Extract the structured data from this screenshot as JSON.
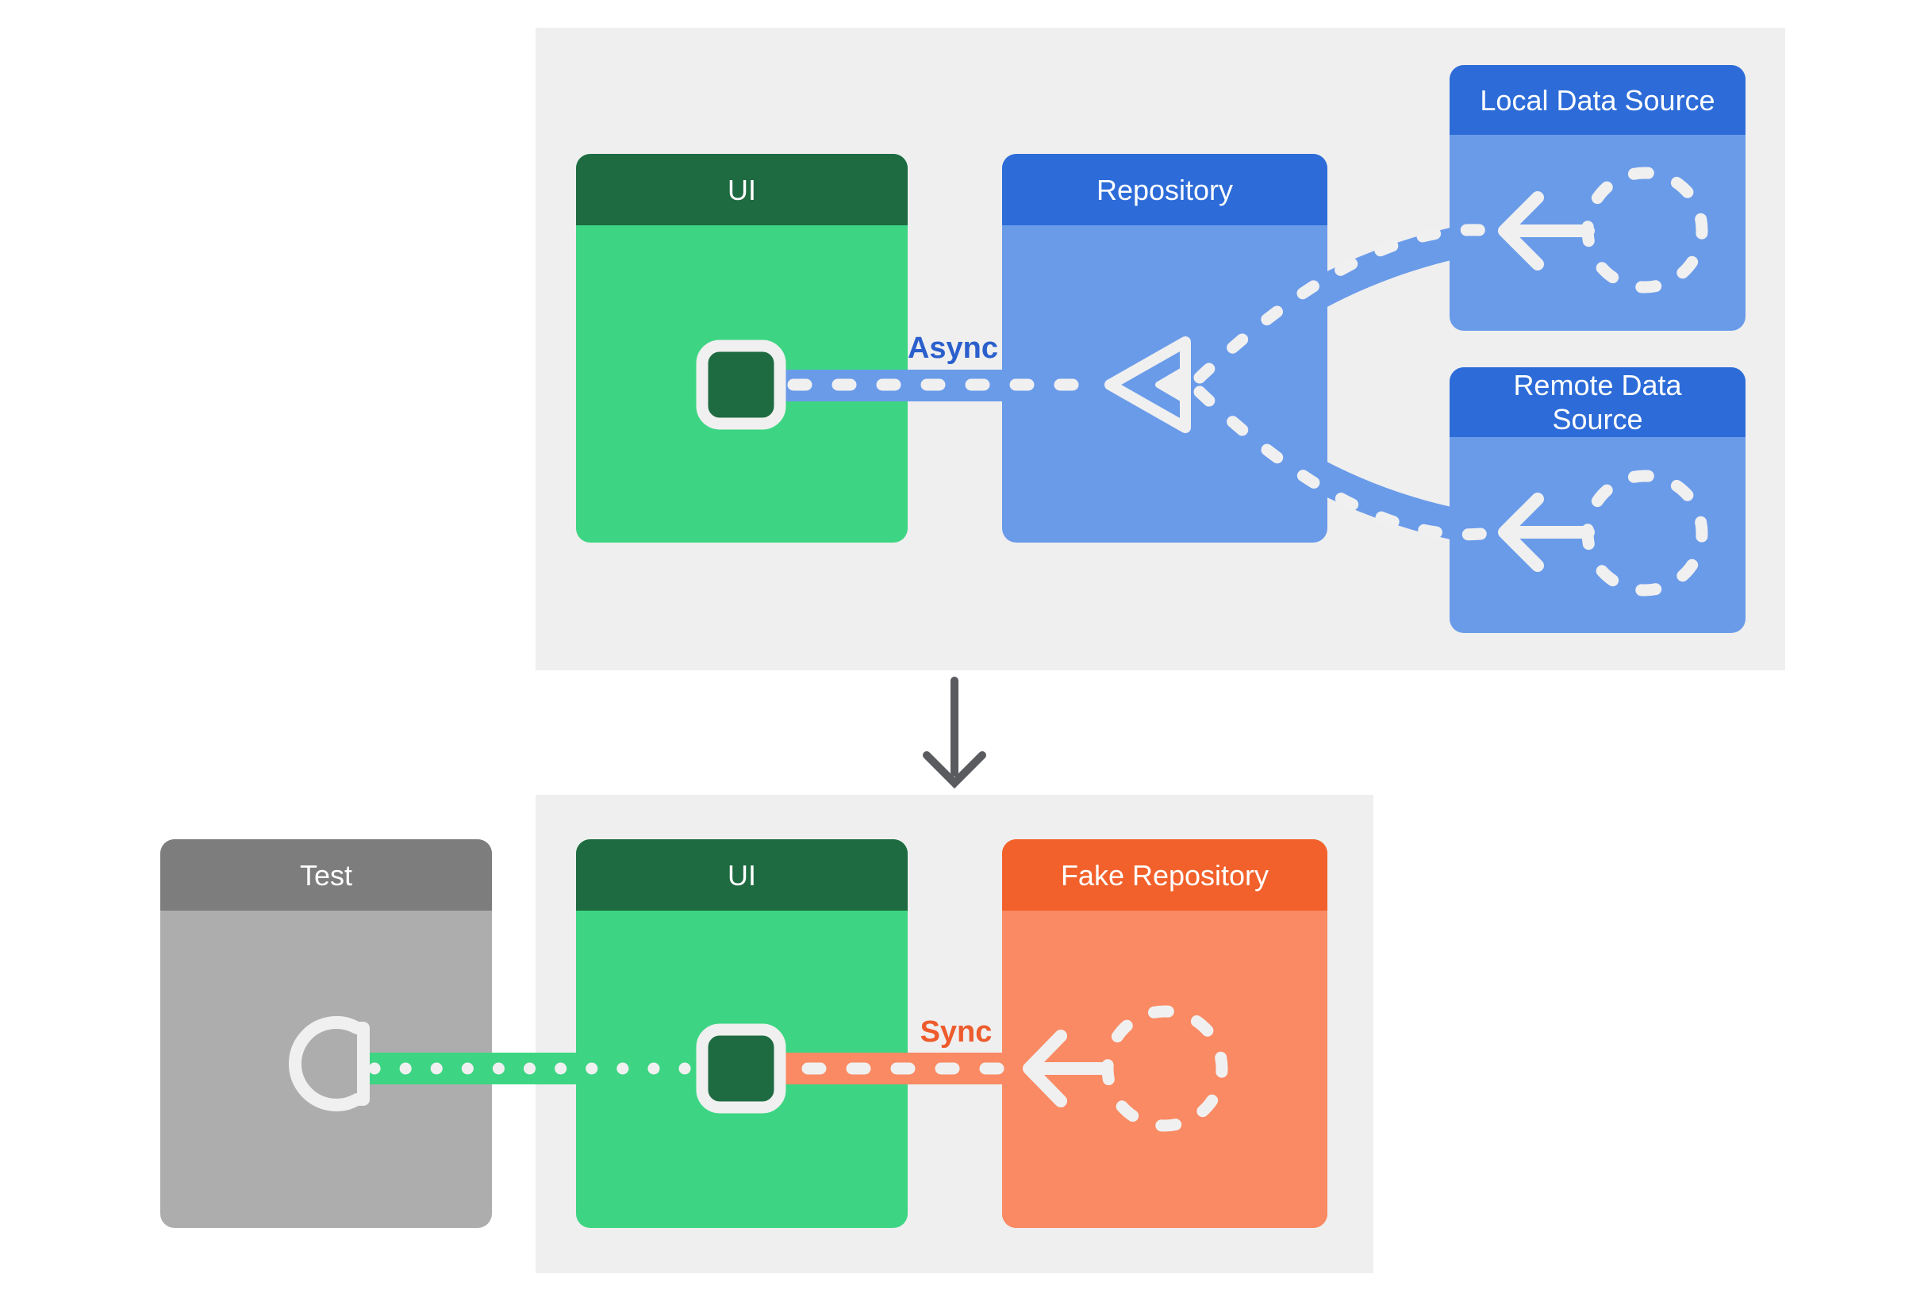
{
  "top_section": {
    "cards": {
      "ui": {
        "title": "UI"
      },
      "repository": {
        "title": "Repository"
      },
      "local_data_source": {
        "title": "Local Data Source"
      },
      "remote_data_source": {
        "title": "Remote Data Source"
      }
    },
    "connector_label": "Async"
  },
  "bottom_section": {
    "cards": {
      "test": {
        "title": "Test"
      },
      "ui": {
        "title": "UI"
      },
      "fake_repository": {
        "title": "Fake Repository"
      }
    },
    "connector_label": "Sync"
  },
  "icons": {
    "dashed_circle": "data-source-placeholder-icon",
    "left_arrow": "flow-left-arrow-icon",
    "merge_triangle": "merge-triangle-icon",
    "observer_square": "ui-observer-square-icon",
    "test_probe": "test-probe-icon",
    "down_arrow": "transform-down-arrow-icon"
  },
  "colors": {
    "page_bg": "#FFFFFF",
    "panel_bg": "#EFEFEF",
    "green_header": "#1E6B41",
    "green_body": "#3DD583",
    "blue_header": "#2D6CD8",
    "blue_body": "#6A9BE9",
    "orange_header": "#F2612B",
    "salmon_body": "#F98A63",
    "gray_header": "#7D7D7D",
    "gray_body": "#ADADAD",
    "connector_stroke": "#F0F0F0",
    "async_label_color": "#2B5FCC",
    "sync_label_color": "#EE5B2C",
    "down_arrow_color": "#5A5B5E"
  }
}
